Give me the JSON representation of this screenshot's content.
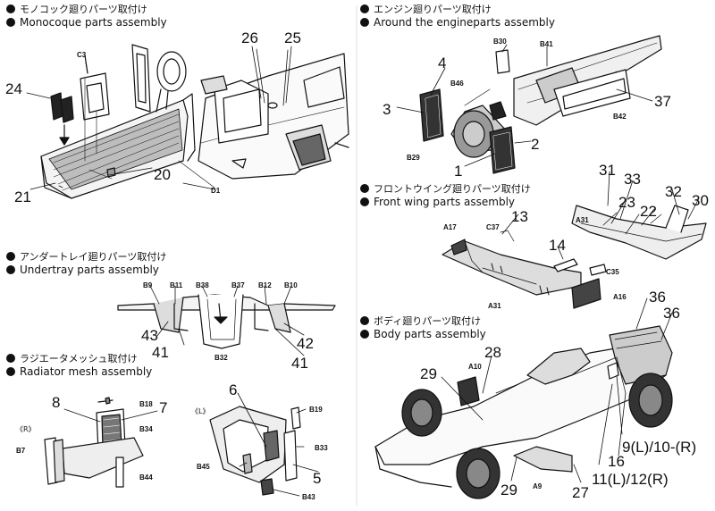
{
  "sections": {
    "monocoque": {
      "jp": "モノコック廻りパーツ取付け",
      "en": "Monocoque parts assembly"
    },
    "undertray": {
      "jp": "アンダートレイ廻りパーツ取付け",
      "en": "Undertray parts assembly"
    },
    "radiator": {
      "jp": "ラジエータメッシュ取付け",
      "en": "Radiator mesh assembly"
    },
    "engine": {
      "jp": "エンジン廻りパーツ取付け",
      "en": "Around the engineparts  assembly"
    },
    "frontwing": {
      "jp": "フロントウイング廻りパーツ取付け",
      "en": "Front wing parts  assembly"
    },
    "body": {
      "jp": "ボディ廻りパーツ取付け",
      "en": "Body parts assembly"
    }
  },
  "numbers": {
    "n24": "24",
    "n21": "21",
    "n20": "20",
    "n26": "26",
    "n25": "25",
    "n43": "43",
    "n41a": "41",
    "n41b": "41",
    "n42": "42",
    "n8": "8",
    "n7": "7",
    "n6": "6",
    "n5": "5",
    "n4": "4",
    "n3": "3",
    "n1": "1",
    "n2": "2",
    "n37": "37",
    "n31": "31",
    "n33": "33",
    "n23": "23",
    "n22": "22",
    "n32": "32",
    "n30": "30",
    "n13": "13",
    "n14": "14",
    "n36a": "36",
    "n36b": "36",
    "n28": "28",
    "n29a": "29",
    "n29b": "29",
    "n27": "27",
    "n16": "16",
    "n9_10": "9(L)/10-(R)",
    "n11_12": "11(L)/12(R)"
  },
  "parts": {
    "c3": "C3",
    "d1": "D1",
    "b9": "B9",
    "b11": "B11",
    "b38": "B38",
    "b37": "B37",
    "b12": "B12",
    "b10": "B10",
    "b32": "B32",
    "b18": "B18",
    "b34": "B34",
    "b7": "B7",
    "b44": "B44",
    "b19": "B19",
    "b33": "B33",
    "b45": "B45",
    "b43": "B43",
    "b30": "B30",
    "b41": "B41",
    "b46": "B46",
    "b42": "B42",
    "b29": "B29",
    "a17": "A17",
    "c37": "C37",
    "a31a": "A31",
    "a31b": "A31",
    "c35": "C35",
    "a16": "A16",
    "a10": "A10",
    "a9": "A9"
  },
  "sides": {
    "right": "《R》",
    "left": "《L》"
  }
}
